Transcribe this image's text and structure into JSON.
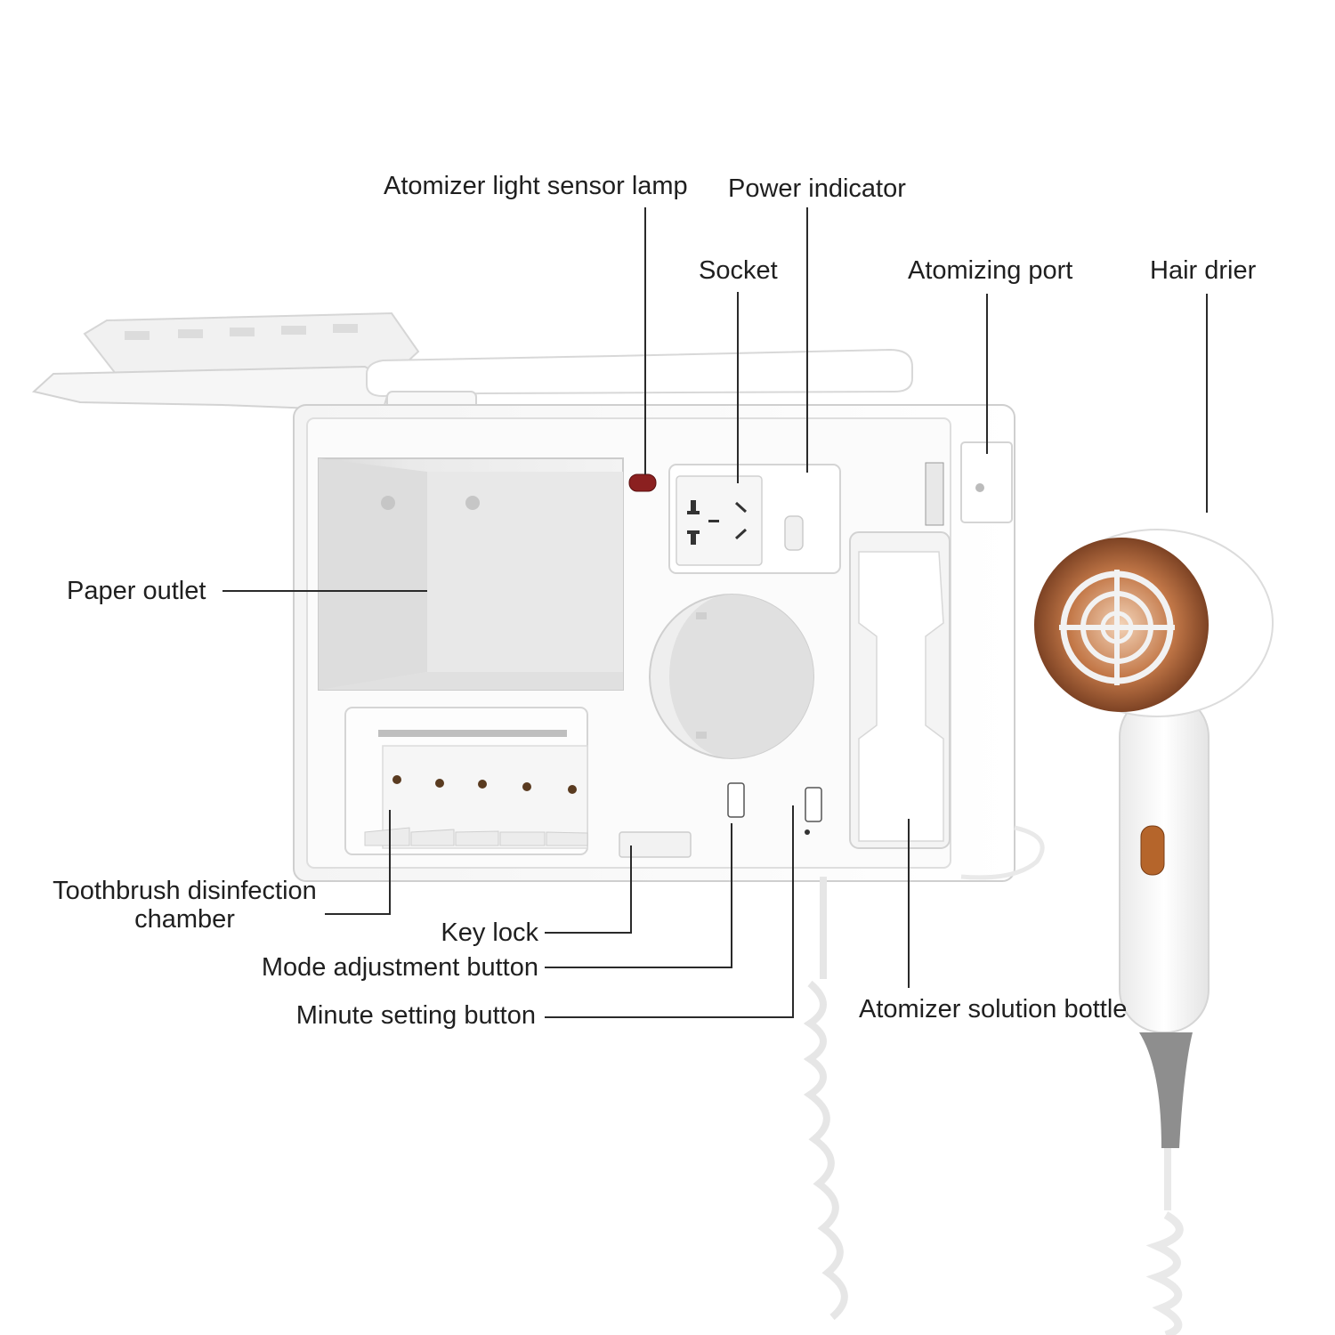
{
  "labels": {
    "atomizer_light_sensor_lamp": "Atomizer light sensor lamp",
    "power_indicator": "Power indicator",
    "socket": "Socket",
    "atomizing_port": "Atomizing port",
    "hair_drier": "Hair drier",
    "paper_outlet": "Paper outlet",
    "toothbrush_chamber_line1": "Toothbrush disinfection",
    "toothbrush_chamber_line2": "chamber",
    "key_lock": "Key lock",
    "mode_adjustment_button": "Mode adjustment button",
    "minute_setting_button": "Minute setting button",
    "atomizer_solution_bottle": "Atomizer solution bottle"
  },
  "colors": {
    "indicator_red": "#8b2020",
    "drier_copper": "#b5652b",
    "drier_grill": "#f2f2f2",
    "body_white": "#fafafa",
    "line": "#2a2a2a"
  }
}
